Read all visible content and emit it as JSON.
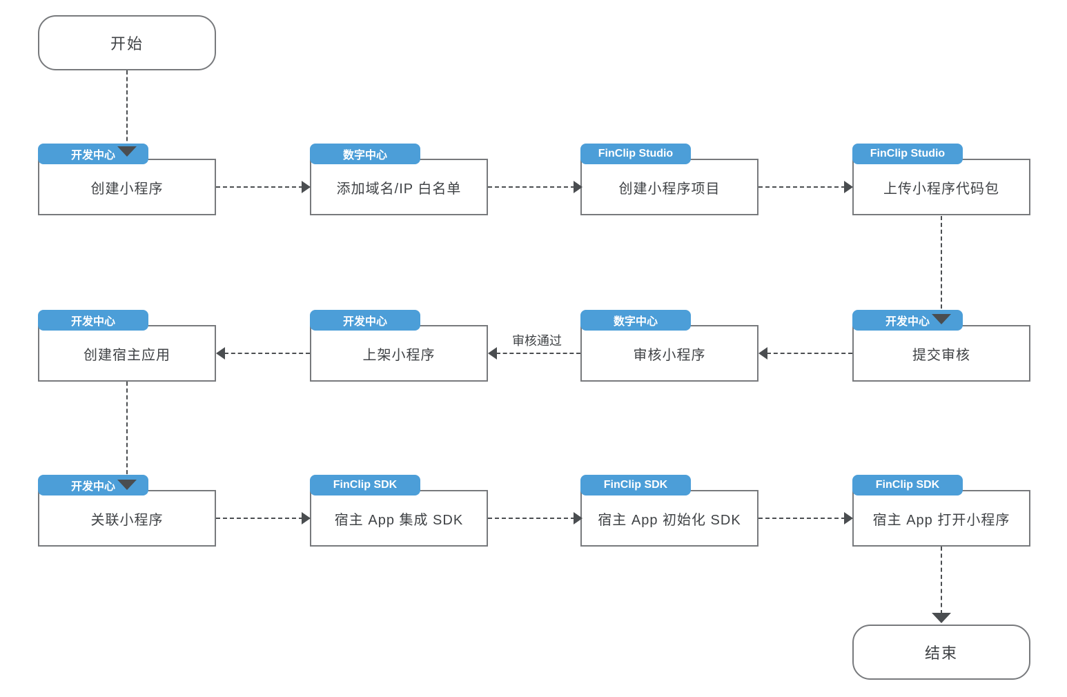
{
  "diagram": {
    "start": {
      "label": "开始"
    },
    "end": {
      "label": "结束"
    },
    "edge_label": "审核通过",
    "nodes": [
      {
        "id": "create-miniapp",
        "tag": "开发中心",
        "label": "创建小程序"
      },
      {
        "id": "add-whitelist",
        "tag": "数字中心",
        "label": "添加域名/IP 白名单"
      },
      {
        "id": "create-project",
        "tag": "FinClip Studio",
        "label": "创建小程序项目"
      },
      {
        "id": "upload-code",
        "tag": "FinClip Studio",
        "label": "上传小程序代码包"
      },
      {
        "id": "create-host-app",
        "tag": "开发中心",
        "label": "创建宿主应用"
      },
      {
        "id": "publish-miniapp",
        "tag": "开发中心",
        "label": "上架小程序"
      },
      {
        "id": "review-miniapp",
        "tag": "数字中心",
        "label": "审核小程序"
      },
      {
        "id": "submit-review",
        "tag": "开发中心",
        "label": "提交审核"
      },
      {
        "id": "link-miniapp",
        "tag": "开发中心",
        "label": "关联小程序"
      },
      {
        "id": "integrate-sdk",
        "tag": "FinClip SDK",
        "label": "宿主 App 集成 SDK"
      },
      {
        "id": "init-sdk",
        "tag": "FinClip SDK",
        "label": "宿主 App 初始化 SDK"
      },
      {
        "id": "open-miniapp",
        "tag": "FinClip SDK",
        "label": "宿主 App 打开小程序"
      }
    ],
    "colors": {
      "tag_bg": "#4C9ED8",
      "tag_text": "#FFFFFF",
      "box_border": "#77797C",
      "line": "#4A4D50",
      "text": "#3F4245"
    }
  }
}
